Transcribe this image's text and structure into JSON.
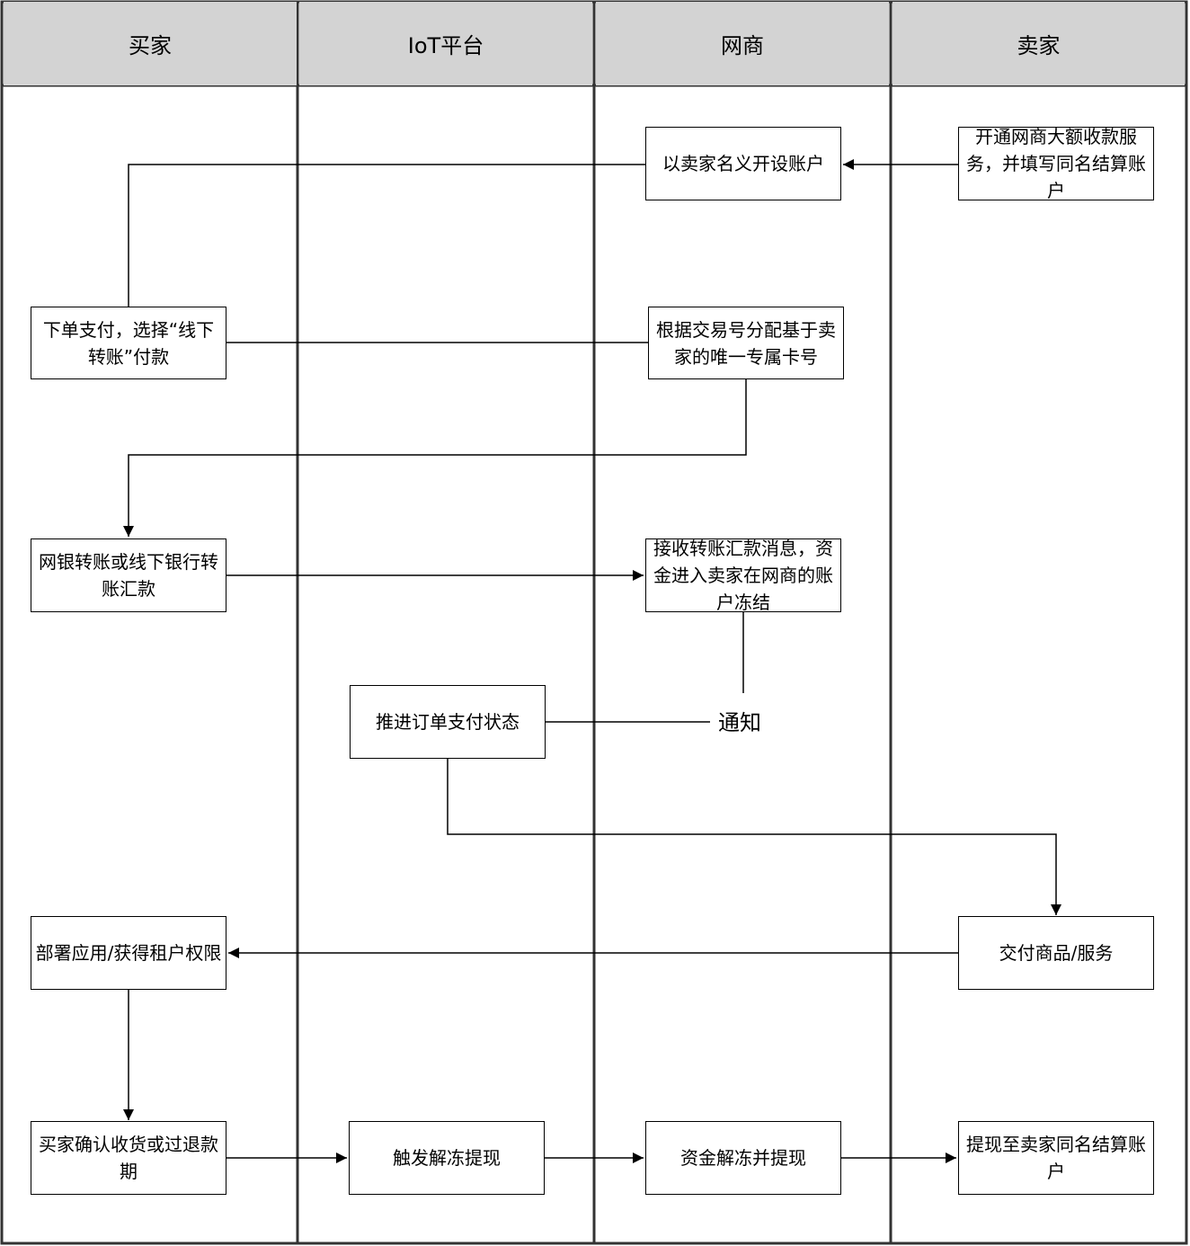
{
  "lanes": [
    "买家",
    "IoT平台",
    "网商",
    "卖家"
  ],
  "nodes": {
    "n1": "开通网商大额收款服务，并填写同名结算账户",
    "n2": "以卖家名义开设账户",
    "n3": "下单支付，选择“线下转账”付款",
    "n4": "根据交易号分配基于卖家的唯一专属卡号",
    "n5": "网银转账或线下银行转账汇款",
    "n6": "接收转账汇款消息，资金进入卖家在网商的账户冻结",
    "notify": "通知",
    "n7": "推进订单支付状态",
    "n8": "交付商品/服务",
    "n9": "部署应用/获得租户权限",
    "n10": "买家确认收货或过退款期",
    "n11": "触发解冻提现",
    "n12": "资金解冻并提现",
    "n13": "提现至卖家同名结算账户"
  }
}
